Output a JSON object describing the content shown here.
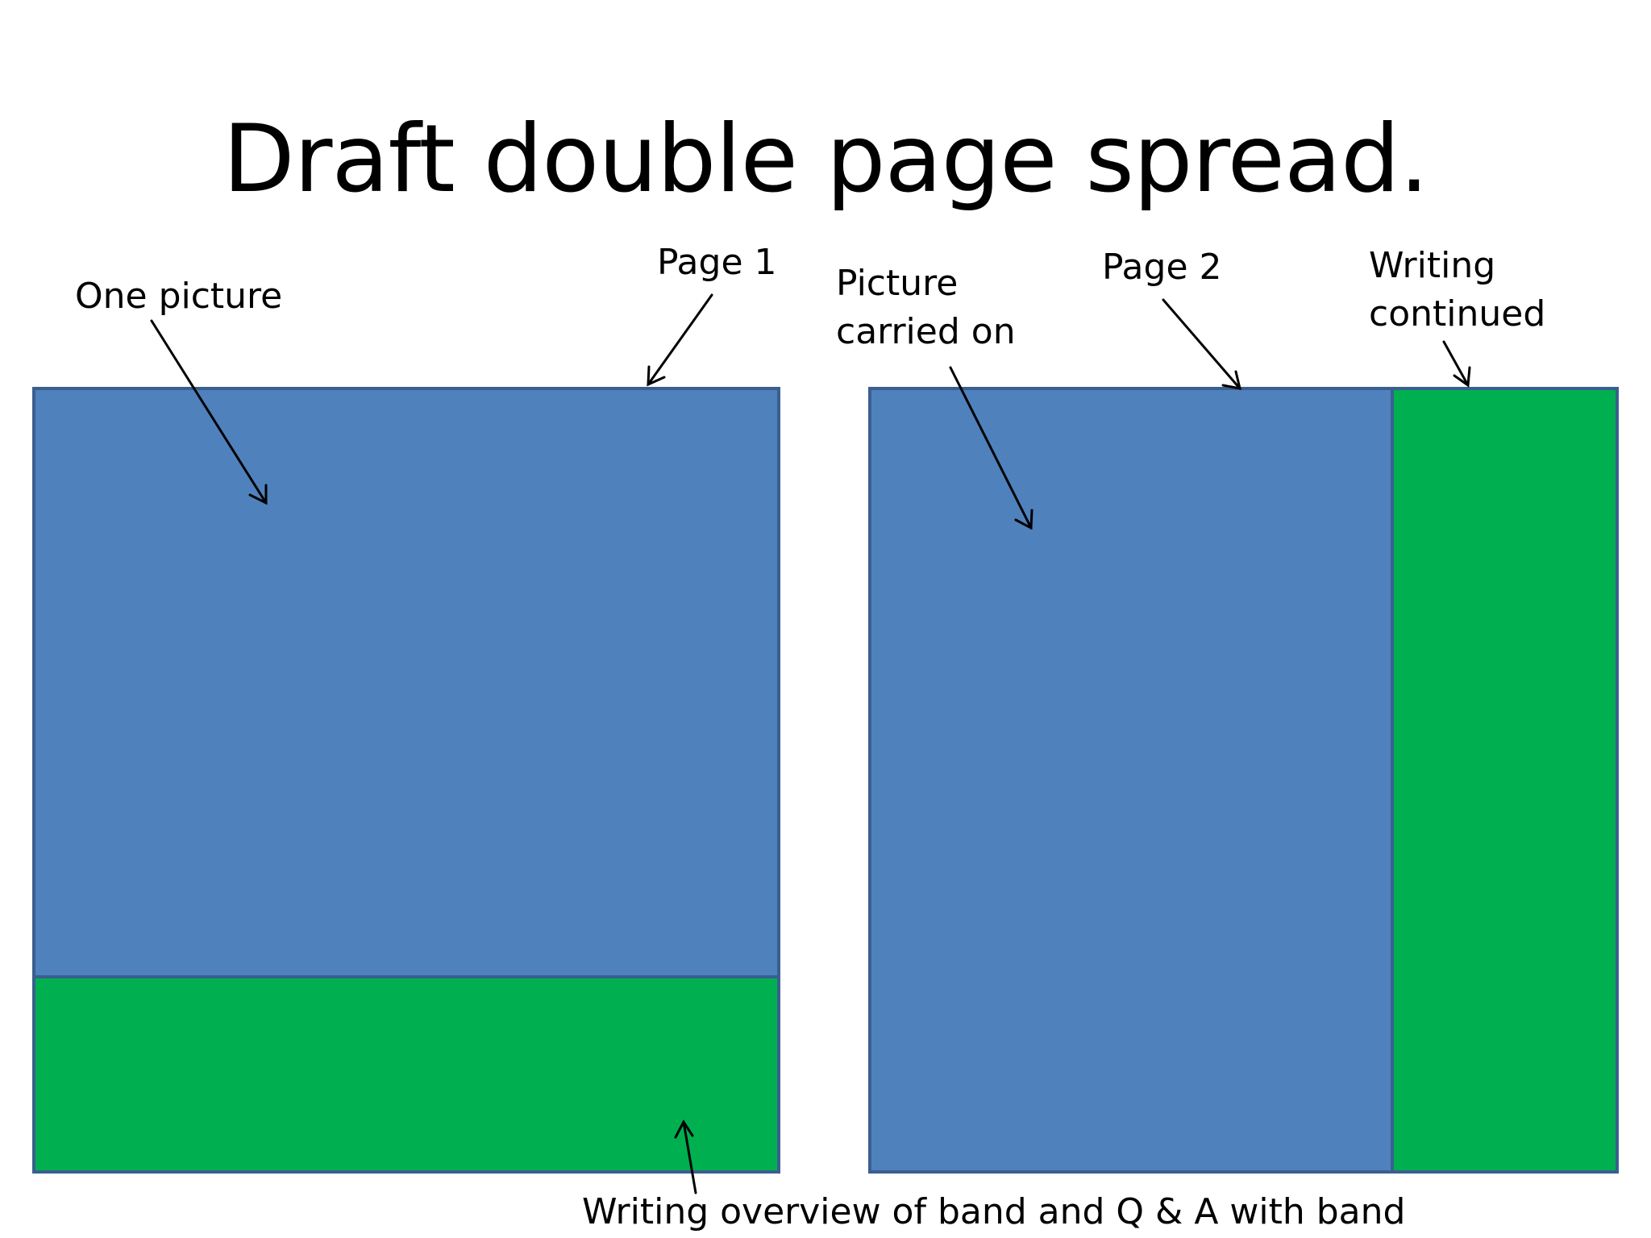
{
  "title": "Draft double page spread.",
  "colors": {
    "picture": "#4f81bd",
    "writing": "#00b050",
    "border": "#3a5f8f"
  },
  "pages": [
    {
      "label": "Page 1",
      "regions": [
        {
          "type": "picture",
          "label": "One picture"
        },
        {
          "type": "writing",
          "label": "Writing overview of band and Q & A with band"
        }
      ]
    },
    {
      "label": "Page 2",
      "regions": [
        {
          "type": "picture",
          "label": "Picture\ncarried on"
        },
        {
          "type": "writing",
          "label": "Writing\ncontinued"
        }
      ]
    }
  ]
}
